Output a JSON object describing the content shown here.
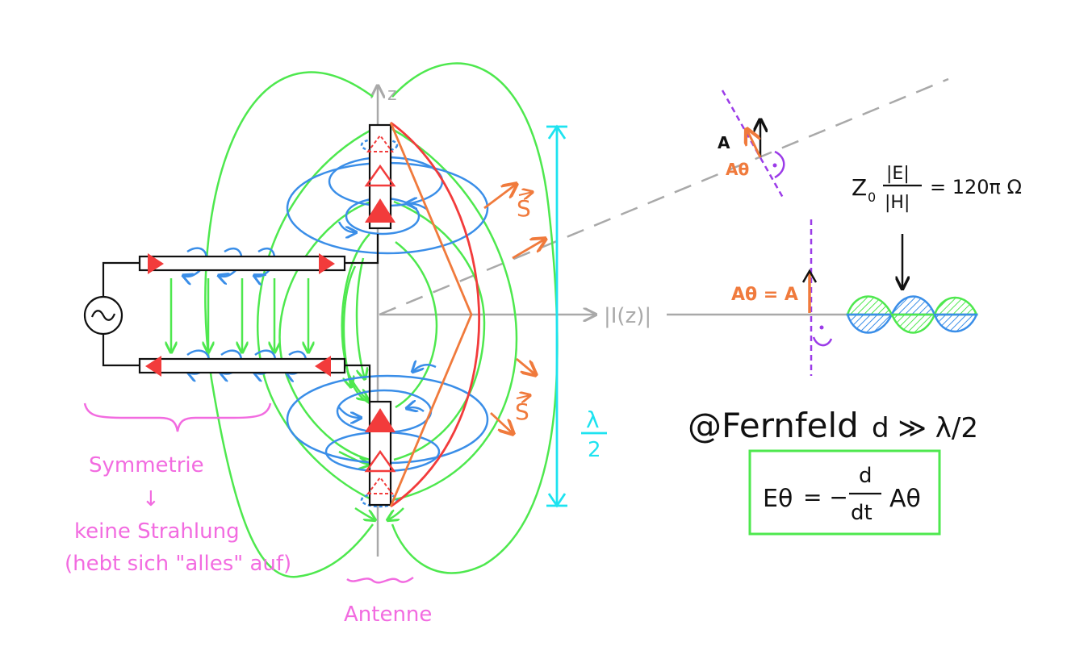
{
  "colors": {
    "field_green": "#4ee84e",
    "h_field_blue": "#3a8ee8",
    "current_red": "#f23b3b",
    "poynting_orange": "#f07a3c",
    "wavelength_cyan": "#1de3f0",
    "axis_gray": "#a9a9a9",
    "note_pink": "#f26be0",
    "perp_purple": "#9b3be8",
    "box_green": "#4ee84e",
    "ink": "#111111"
  },
  "icons": [
    "ac-source-icon",
    "current-arrow-icon",
    "right-angle-icon"
  ],
  "labels": {
    "z_axis": "z",
    "current_axis": "|I(z)|",
    "poynting_1": "S",
    "poynting_2": "S",
    "wavelength_num": "λ",
    "wavelength_den": "2",
    "vector_a": "A",
    "vector_a_theta": "Aθ",
    "a_theta_eq_a": "Aθ = A",
    "impedance": "Z₀ = |E| / |H| = 120π Ω",
    "impedance_lhs": "Z",
    "impedance_sub": "0",
    "impedance_num": "|E|",
    "impedance_den": "|H|",
    "impedance_rhs": "= 120π Ω",
    "farfield": "@Fernfeld",
    "farfield_cond": "d ≫ λ/2",
    "formula_lhs": "Eθ",
    "formula_eq": "= −",
    "formula_num": "d",
    "formula_den": "dt",
    "formula_rhs": "Aθ",
    "note_1": "Symmetrie",
    "note_arrow": "↓",
    "note_2": "keine Strahlung",
    "note_3": "(hebt sich \"alles\" auf)",
    "antenna": "Antenne"
  }
}
